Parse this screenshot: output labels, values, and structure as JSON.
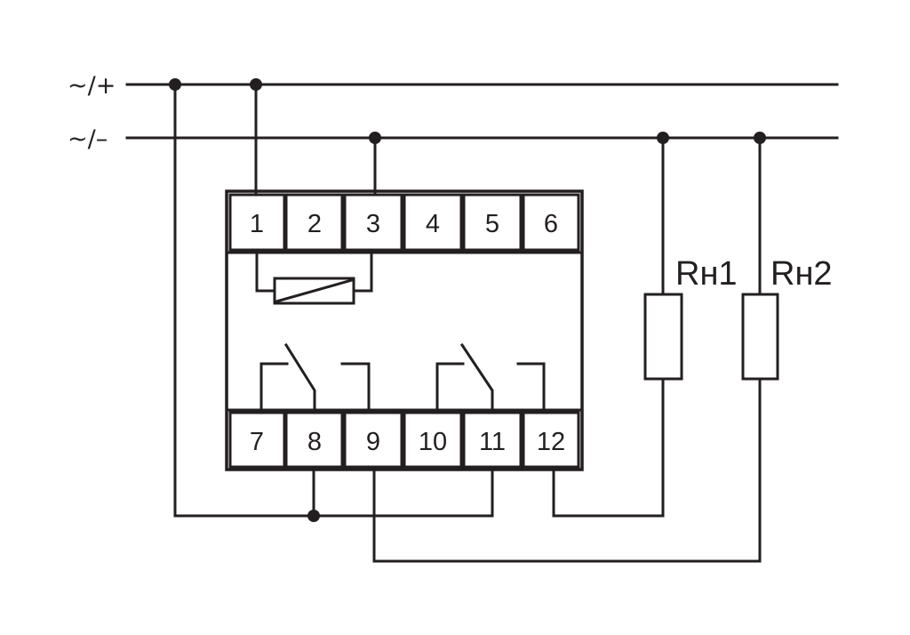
{
  "supply": {
    "plus_label": "~/+",
    "minus_label": "~/–"
  },
  "terminals": {
    "top": [
      "1",
      "2",
      "3",
      "4",
      "5",
      "6"
    ],
    "bottom": [
      "7",
      "8",
      "9",
      "10",
      "11",
      "12"
    ]
  },
  "loads": {
    "load1_label": "Rн1",
    "load2_label": "Rн2"
  },
  "colors": {
    "line": "#231f20",
    "background": "#ffffff"
  }
}
